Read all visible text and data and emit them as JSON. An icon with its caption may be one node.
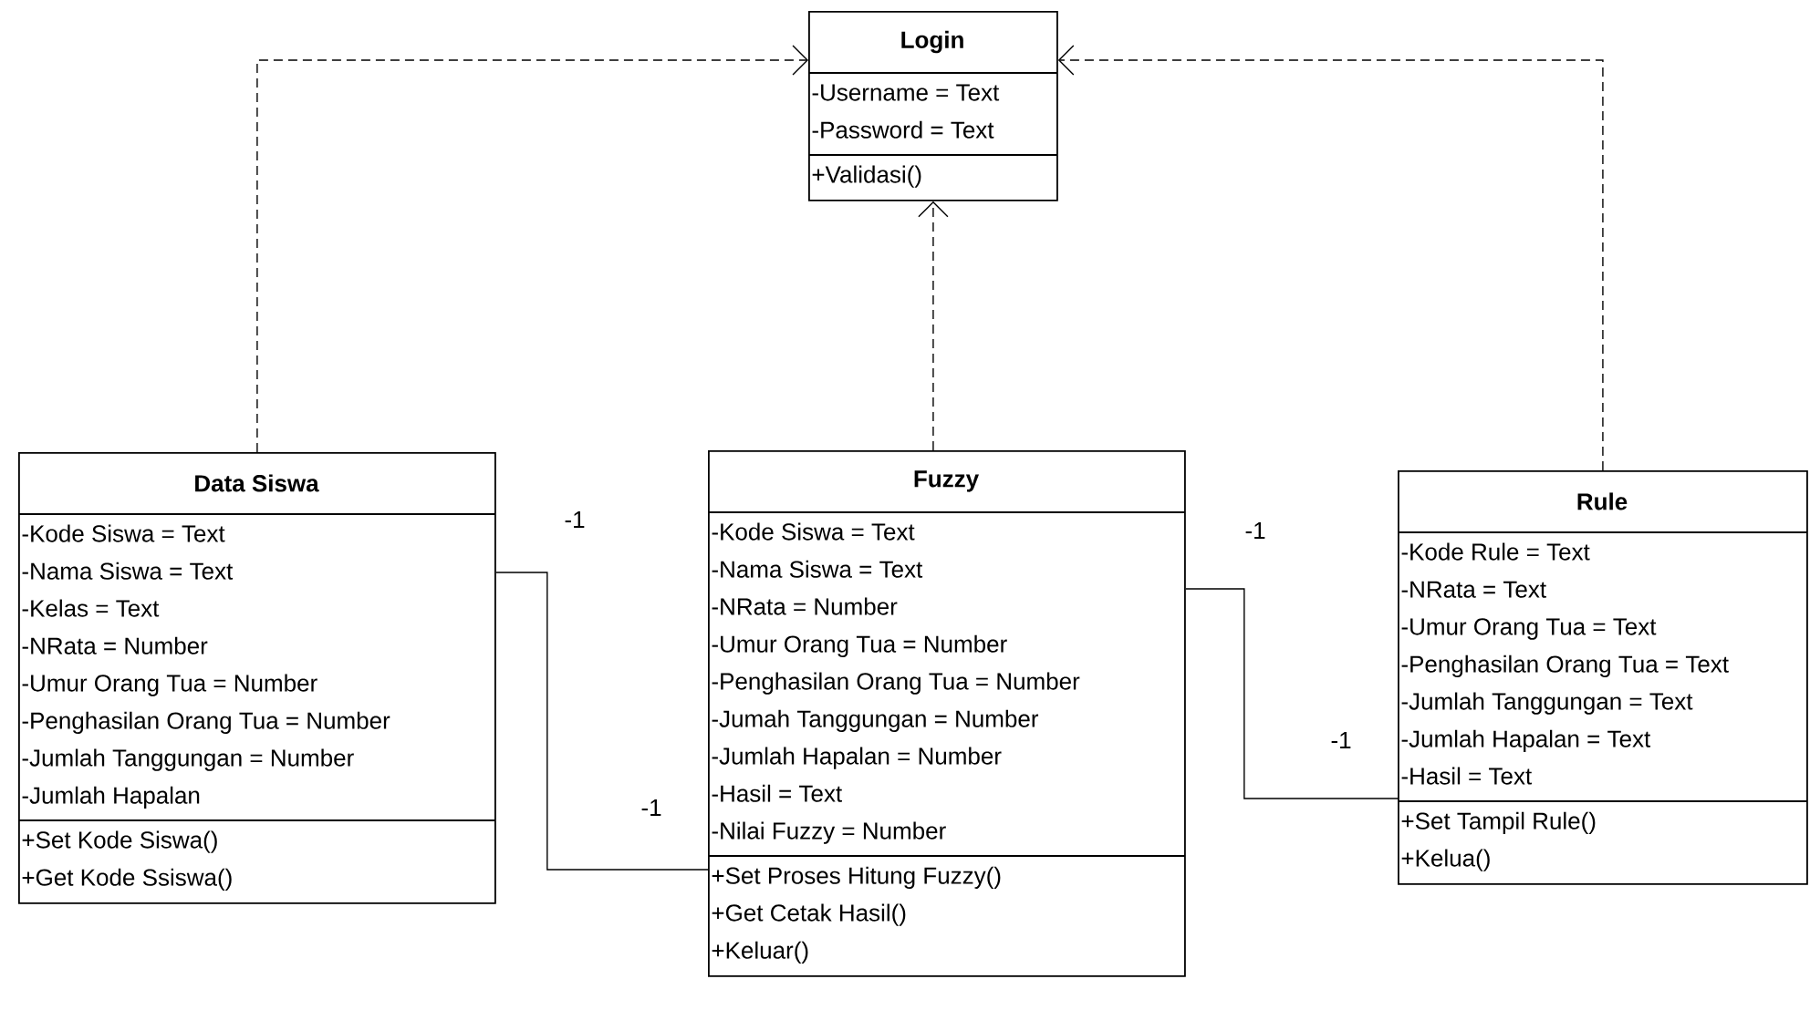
{
  "diagram": {
    "nodes": [
      {
        "text": [
          "Login",
          "-Username = Text",
          "-Password = Text",
          "+Validasi()"
        ]
      },
      {
        "text": [
          "Data Siswa",
          "-Kode Siswa = Text",
          "-Nama Siswa = Text",
          "-Kelas = Text",
          "-NRata = Number",
          "-Umur Orang Tua = Number",
          "-Penghasilan Orang Tua = Number",
          "-Jumlah Tanggungan = Number",
          "-Jumlah Hapalan",
          "+Set Kode Siswa()",
          "+Get Kode Ssiswa()"
        ]
      },
      {
        "text": [
          "Fuzzy",
          "-Kode Siswa = Text",
          "-Nama Siswa = Text",
          "-NRata = Number",
          "-Umur Orang Tua = Number",
          "-Penghasilan Orang Tua = Number",
          "-Jumah Tanggungan = Number",
          "-Jumlah Hapalan = Number",
          "-Hasil = Text",
          "-Nilai Fuzzy = Number",
          "+Set Proses Hitung Fuzzy()",
          "+Get Cetak Hasil()",
          "+Keluar()"
        ]
      },
      {
        "text": [
          "Rule",
          "-Kode Rule = Text",
          "-NRata = Text",
          "-Umur Orang Tua = Text",
          "-Penghasilan Orang Tua = Text",
          "-Jumlah Tanggungan = Text",
          "-Jumlah Hapalan = Text",
          "-Hasil = Text",
          "+Set Tampil Rule()",
          "+Kelua()"
        ]
      }
    ],
    "edges": [
      {
        "from": 1,
        "to": 0,
        "arrow": "to",
        "style": "dashed"
      },
      {
        "from": 2,
        "to": 0,
        "arrow": "to",
        "style": "dashed"
      },
      {
        "from": 3,
        "to": 0,
        "arrow": "to",
        "style": "dashed"
      },
      {
        "from": 1,
        "to": 2,
        "arrow": "none"
      },
      {
        "from": 2,
        "to": 3,
        "arrow": "none"
      }
    ],
    "labels": [
      "-1",
      "-1",
      "-1",
      "-1"
    ]
  }
}
